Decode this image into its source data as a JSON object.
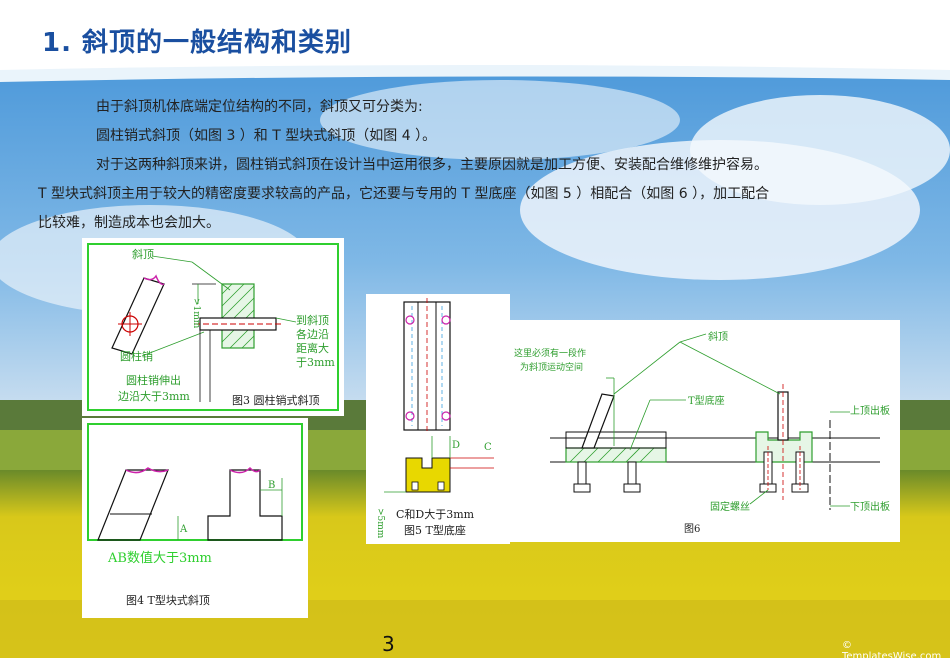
{
  "title": "1. 斜顶的一般结构和类别",
  "paragraphs": {
    "p1": "由于斜顶机体底端定位结构的不同，斜顶又可分类为:",
    "p2": "圆柱销式斜顶（如图 3 ）和 T 型块式斜顶（如图 4 ）。",
    "p3a": "对于这两种斜顶来讲，圆柱销式斜顶在设计当中运用很多，主要原因就是加工方便、安装配合维修维护容易。",
    "p3b": "T 型块式斜顶主用于较大的精密度要求较高的产品，它还要与专用的 T 型底座（如图 5 ）相配合（如图 6 ），加工配合",
    "p3c": "比较难，制造成本也会加大。"
  },
  "fig3": {
    "label_xieding": "斜顶",
    "label_dim": ">1mm",
    "label_right1": "到斜顶",
    "label_right2": "各边沿",
    "label_right3": "距离大",
    "label_right4": "于3mm",
    "label_pin": "圆柱销",
    "label_bottom1": "圆柱销伸出",
    "label_bottom2": "边沿大于3mm",
    "caption": "图3 圆柱销式斜顶"
  },
  "fig4": {
    "label_b": "B",
    "label_a": "A",
    "note": "AB数值大于3mm",
    "caption": "图4 T型块式斜顶"
  },
  "fig5": {
    "label_d": "D",
    "label_c": "C",
    "label_dim": ">5mm",
    "note": "C和D大于3mm",
    "caption": "图5 T型底座"
  },
  "fig6": {
    "label_xieding": "斜顶",
    "note1": "这里必须有一段作",
    "note2": "为斜顶运动空间",
    "label_tbase": "T型底座",
    "label_top": "上顶出板",
    "label_bottom": "下顶出板",
    "label_screw": "固定螺丝",
    "caption": "图6"
  },
  "page_number": "3",
  "credit": "© TemplatesWise.com",
  "colors": {
    "title": "#1a4fa0",
    "border_green": "#2fcf2f",
    "hatch_green": "#2e9e2e",
    "magenta": "#cc22aa",
    "yellow": "#e8d800"
  }
}
